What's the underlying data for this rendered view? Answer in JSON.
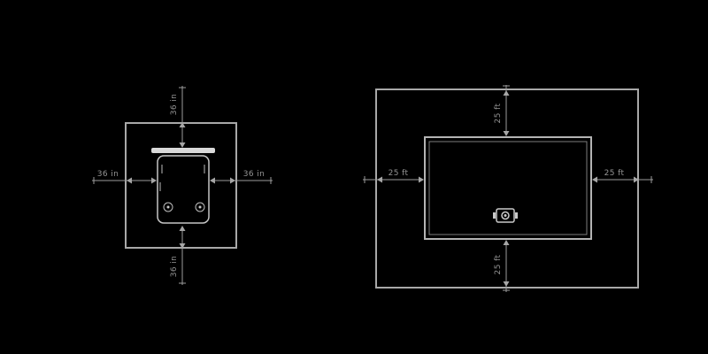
{
  "page": {
    "background_color": "#000000",
    "line_color": "#a8a8a8",
    "text_color": "#949494"
  },
  "left_diagram": {
    "title": "generator-unit-clearance-top-view",
    "labels": {
      "top": "36 in",
      "bottom": "36 in",
      "left": "36 in",
      "right": "36 in"
    }
  },
  "right_diagram": {
    "title": "generator-site-distance-view",
    "labels": {
      "top": "25 ft",
      "bottom": "25 ft",
      "left": "25 ft",
      "right": "25 ft"
    }
  }
}
